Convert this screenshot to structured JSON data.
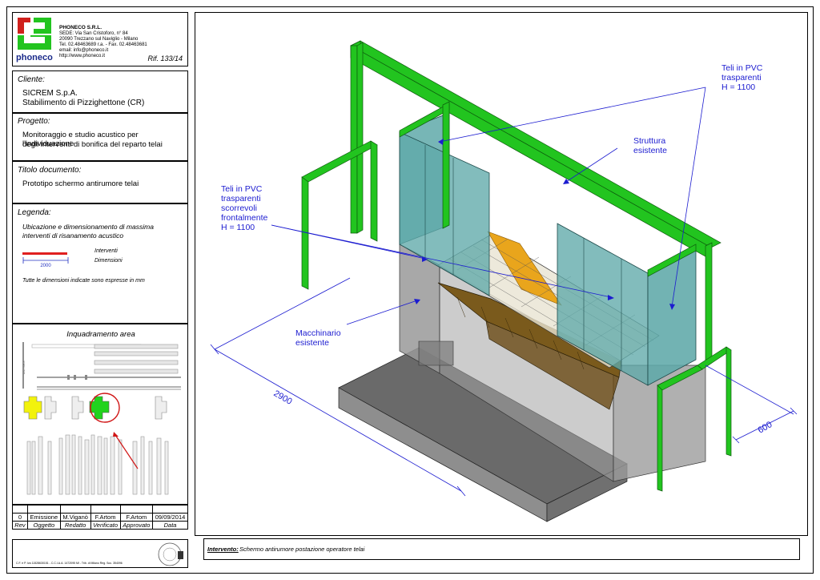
{
  "company": {
    "logo_text": "phoneco",
    "name": "PHONECO S.R.L.",
    "lines": [
      "SEDE: Via San Cristoforo, n° 84",
      "20090 Trezzano sul Naviglio - Milano",
      "Tel. 02.48463689 r.a. - Fax. 02.48463681",
      "email: info@phoneco.it",
      "http://www.phoneco.it"
    ],
    "ref": "Rif. 133/14"
  },
  "cliente": {
    "label": "Cliente:",
    "lines": [
      "SICREM S.p.A.",
      "Stabilimento di Pizzighettone (CR)"
    ]
  },
  "progetto": {
    "label": "Progetto:",
    "lines": [
      "Monitoraggio e studio acustico per l'individuazione",
      "degli interventi di bonifica del reparto telai"
    ]
  },
  "titolo": {
    "label": "Titolo documento:",
    "value": "Prototipo schermo antirumore telai"
  },
  "legenda": {
    "label": "Legenda:",
    "lines": [
      "Ubicazione e dimensionamento di massima",
      "interventi di risanamento acustico"
    ],
    "interventi": "Interventi",
    "dimensioni": "Dimensioni",
    "dim_sample": "2000",
    "note": "Tutte le dimensioni indicate sono espresse in mm"
  },
  "inquadramento": {
    "label": "Inquadramento area"
  },
  "revisions": {
    "row": [
      "0",
      "Emissione",
      "M.Viganò",
      "F.Artom",
      "F.Artom",
      "09/09/2014"
    ],
    "headers": [
      "Rev",
      "Oggetto",
      "Redatto",
      "Verificato",
      "Approvato",
      "Data"
    ]
  },
  "footer": {
    "fine_print": "C.F. e P. Iva 11528630151 - C.C.I.A.A. 1472095 MI - Trib. di Milano Reg. Soc. 354096"
  },
  "drawing": {
    "labels": {
      "teli_top": [
        "Teli in PVC",
        "trasparenti",
        "H = 1100"
      ],
      "struttura": [
        "Struttura",
        "esistente"
      ],
      "teli_front": [
        "Teli in PVC",
        "trasparenti",
        "scorrevoli",
        "frontalmente",
        "H = 1100"
      ],
      "macchinario": [
        "Macchinario",
        "esistente"
      ]
    },
    "dim_long": "2900",
    "dim_short": "600",
    "colors": {
      "green": "#22c41f",
      "glass": "#5fa9a9",
      "orange": "#e9a51c",
      "callout": "#1c1cd0"
    }
  },
  "intervento": {
    "label": "Intervento:",
    "value": "Schermo antirumore postazione operatore telai"
  }
}
